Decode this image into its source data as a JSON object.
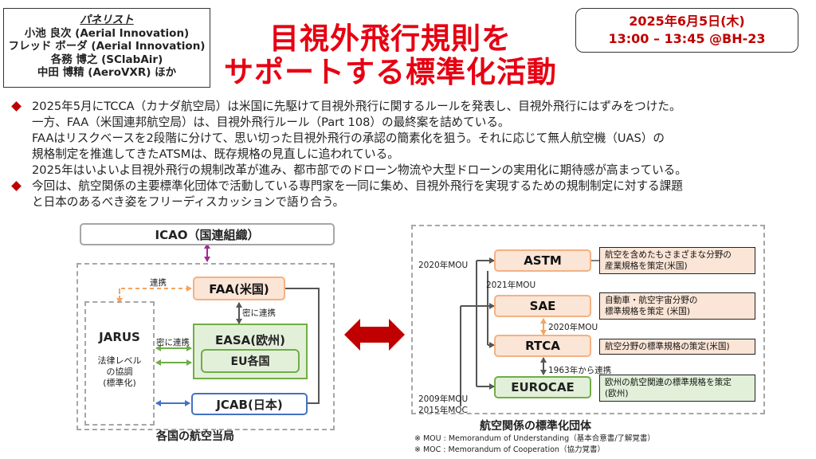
{
  "panelists": {
    "heading": "パネリスト",
    "members": [
      "小池 良次 (Aerial Innovation)",
      "フレッド ボーダ (Aerial Innovation)",
      "各務 博之 (SClabAir)",
      "中田 博精 (AeroVXR) ほか"
    ]
  },
  "event": {
    "date": "2025年6月5日(木)",
    "time": "13:00 – 13:45 @BH-23"
  },
  "title": {
    "line1": "目視外飛行規則を",
    "line2": "サポートする標準化活動"
  },
  "bullets": [
    {
      "marker": true,
      "text": "2025年5月にTCCA（カナダ航空局）は米国に先駆けて目視外飛行に関するルールを発表し、目視外飛行にはずみをつけた。"
    },
    {
      "marker": false,
      "text": "一方、FAA（米国連邦航空局）は、目視外飛行ルール（Part 108）の最終案を詰めている。"
    },
    {
      "marker": false,
      "text": "FAAはリスクベースを2段階に分けて、思い切った目視外飛行の承認の簡素化を狙う。それに応じて無人航空機（UAS）の"
    },
    {
      "marker": false,
      "text": "規格制定を推進してきたATSMは、既存規格の見直しに追われている。"
    },
    {
      "marker": false,
      "text": "2025年はいよいよ目視外飛行の規制改革が進み、都市部でのドローン物流や大型ドローンの実用化に期待感が高まっている。"
    },
    {
      "marker": true,
      "text": "今回は、航空関係の主要標準化団体で活動している専門家を一同に集め、目視外飛行を実現するための規制制定に対する課題"
    },
    {
      "marker": false,
      "text": "と日本のあるべき姿をフリーディスカッションで語り合う。"
    }
  ],
  "left_diagram": {
    "icao": "ICAO（国連組織）",
    "faa": "FAA(米国)",
    "easa": "EASA(欧州)",
    "eu": "EU各国",
    "jcab": "JCAB(日本)",
    "jarus": "JARUS",
    "jarus_sub": [
      "法律レベル",
      "の協調",
      "(標準化)"
    ],
    "link_renkei": "連携",
    "link_mitsu1": "密に連携",
    "link_mitsu2": "密に連携",
    "caption": "各国の航空当局"
  },
  "right_diagram": {
    "astm": "ASTM",
    "sae": "SAE",
    "rtca": "RTCA",
    "eurocae": "EUROCAE",
    "astm_note": [
      "航空を含めたもさまざまな分野の",
      "産業規格を策定(米国)"
    ],
    "sae_note": [
      "自動車・航空宇宙分野の",
      "標準規格を策定 (米国)"
    ],
    "rtca_note": [
      "航空分野の標準規格の策定(米国)"
    ],
    "eurocae_note": [
      "欧州の航空関連の標準規格を策定",
      "(欧州)"
    ],
    "mou_2020": "2020年MOU",
    "mou_2021": "2021年MOU",
    "mou_2020b": "2020年MOU",
    "renkei_1963": "1963年から連携",
    "mou_2009": "2009年MOU",
    "moc_2015": "2015年MOC",
    "caption": "航空関係の標準化団体",
    "footnote1": "※ MOU : Memorandum of Understanding（基本合意書/了解覚書）",
    "footnote2": "※ MOC : Memorandum of Cooperation（協力覚書）"
  },
  "colors": {
    "title_red": "#e60012",
    "date_red": "#c00000",
    "org_orange": "#f4b183",
    "org_green": "#70ad47",
    "org_blue": "#4472c4",
    "arrow_red": "#c00000",
    "icao_link": "#a02b93"
  }
}
